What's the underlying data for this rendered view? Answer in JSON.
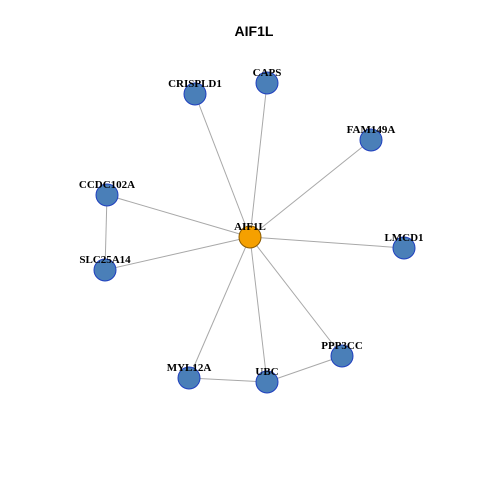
{
  "title": "AIF1L",
  "colors": {
    "hub_fill": "#f5a000",
    "node_fill": "#4a7fb8",
    "node_stroke": "#1f3fbf",
    "edge": "#a8a8a8"
  },
  "nodes": [
    {
      "id": "AIF1L",
      "label": "AIF1L",
      "hub": true
    },
    {
      "id": "CRISPLD1",
      "label": "CRISPLD1"
    },
    {
      "id": "CAPS",
      "label": "CAPS"
    },
    {
      "id": "FAM149A",
      "label": "FAM149A"
    },
    {
      "id": "CCDC102A",
      "label": "CCDC102A"
    },
    {
      "id": "LMCD1",
      "label": "LMCD1"
    },
    {
      "id": "SLC25A14",
      "label": "SLC25A14"
    },
    {
      "id": "PPP3CC",
      "label": "PPP3CC"
    },
    {
      "id": "MYL12A",
      "label": "MYL12A"
    },
    {
      "id": "UBC",
      "label": "UBC"
    }
  ],
  "edges": [
    [
      "AIF1L",
      "CRISPLD1"
    ],
    [
      "AIF1L",
      "CAPS"
    ],
    [
      "AIF1L",
      "FAM149A"
    ],
    [
      "AIF1L",
      "CCDC102A"
    ],
    [
      "AIF1L",
      "LMCD1"
    ],
    [
      "AIF1L",
      "SLC25A14"
    ],
    [
      "AIF1L",
      "PPP3CC"
    ],
    [
      "AIF1L",
      "MYL12A"
    ],
    [
      "AIF1L",
      "UBC"
    ],
    [
      "CCDC102A",
      "SLC25A14"
    ],
    [
      "MYL12A",
      "UBC"
    ],
    [
      "UBC",
      "PPP3CC"
    ]
  ]
}
